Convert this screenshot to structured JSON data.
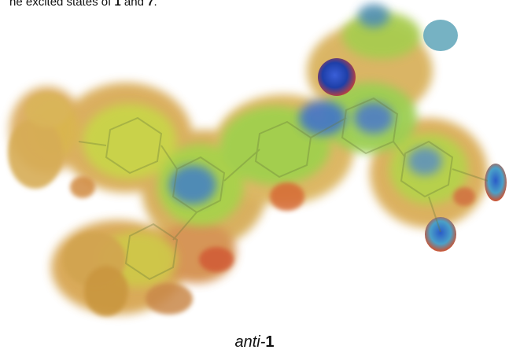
{
  "caption": {
    "prefix": "he excited states of ",
    "mol1": "1",
    "mid": " and ",
    "mol2": "7",
    "suffix": "."
  },
  "label": {
    "prefix": "anti-",
    "number": "1"
  },
  "colors": {
    "orange": "#d98a3a",
    "yellow": "#d9c64a",
    "green": "#9bd04a",
    "blue": "#2b55c8",
    "red": "#d8462a"
  }
}
